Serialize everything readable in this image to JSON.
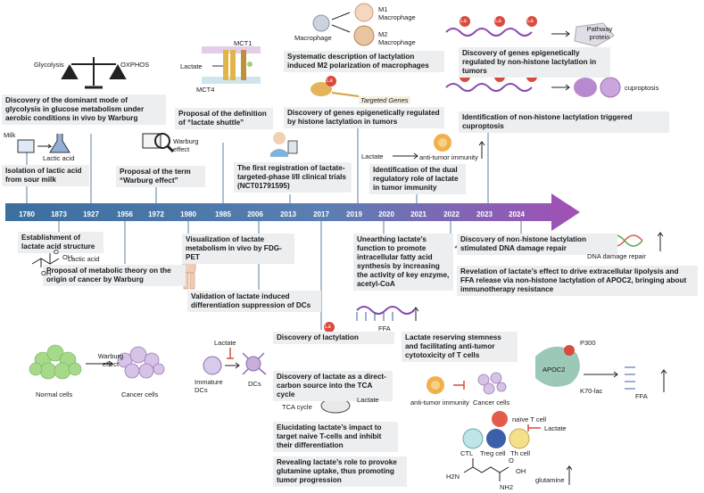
{
  "timeline": {
    "years": [
      "1780",
      "1873",
      "1927",
      "1956",
      "1972",
      "1980",
      "1985",
      "2006",
      "2013",
      "2017",
      "2019",
      "2020",
      "2021",
      "2022",
      "2023",
      "2024"
    ]
  },
  "events": {
    "e_1780": "Isolation of lactic acid from sour milk",
    "e_1873": "Establishment of lactate acid structure",
    "e_1927": "Discovery of the dominant mode of glycolysis in glucose metabolism under aerobic conditions in vivo by Warburg",
    "e_1956": "Proposal of metabolic theory on the origin of cancer by Warburg",
    "e_1972": "Proposal of the term “Warburg effect”",
    "e_1980": "Visualization of lactate metabolism in vivo by FDG-PET",
    "e_1985": "Proposal of the definition of “lactate shuttle”",
    "e_2006": "Validation of lactate induced differentiation suppression of DCs",
    "e_2013": "The first registration of lactate-targeted-phase I/II clinical trials (NCT01791595)",
    "e_2017a": "Discovery of lactylation",
    "e_2017b": "Discovery of lactate as a direct-carbon source into the TCA cycle",
    "e_2017c": "Elucidating lactate’s impact to target naive T-cells and inhibit their differentiation",
    "e_2017d": "Revealing lactate’s role to provoke glutamine uptake, thus promoting tumor progression",
    "e_2019a": "Systematic description of lactylation induced M2 polarization of macrophages",
    "e_2019b": "Discovery of genes epigenetically regulated by histone lactylation in tumors",
    "e_2020": "Unearthing lactate’s function to promote intracellular fatty acid synthesis by increasing the activity of key enzyme, acetyl-CoA",
    "e_2021a": "Identification of the dual regulatory role of lactate in tumor immunity",
    "e_2021b": "Lactate reserving stemness and facilitating anti-tumor cytotoxicity of T cells",
    "e_2023a": "Discovery of genes epigenetically regulated by non-histone lactylation in tumors",
    "e_2023b": "Identification of non-histone lactylation triggered cuproptosis",
    "e_2024a": "Discovery of non-histone lactylation stimulated DNA damage repair",
    "e_2024b": "Revelation of lactate’s effect to drive extracellular lipolysis and FFA release via non-histone lactylation of APOC2, bringing about immunotherapy resistance"
  },
  "labels": {
    "glycolysis": "Glycolysis",
    "oxphos": "OXPHOS",
    "milk": "Milk",
    "lactic_acid": "Lactic acid",
    "lactic_acid2": "Lactic acid",
    "warburg_effect": "Warburg effect",
    "warburg_effect2": "Warburg effect",
    "normal_cells": "Normal cells",
    "cancer_cells": "Cancer cells",
    "mct1": "MCT1",
    "mct4": "MCT4",
    "lactate_shuttle": "Lactate",
    "lactate_dc": "Lactate",
    "immature_dcs": "Immature DCs",
    "dcs": "DCs",
    "macrophage": "Macrophage",
    "m1": "M1 Macrophage",
    "m2": "M2 Macrophage",
    "targeted_genes": "Targeted Genes",
    "lactate_immunity": "Lactate",
    "anti_tumor_immunity": "anti-tumor immunity",
    "anti_tumor_immunity2": "anti-tumor immunity",
    "cancer_cells2": "Cancer cells",
    "pathway_protein": "Pathway protein",
    "cuproptosis": "cuproptosis",
    "ffa": "FFA",
    "ffa2": "FFA",
    "tca_cycle": "TCA cycle",
    "lactate_tca": "Lactate",
    "naive_t": "naïve T cell",
    "lactate_t": "Lactate",
    "ctl": "CTL",
    "treg": "Treg cell",
    "th": "Th cell",
    "glutamine": "glutamine",
    "h2n": "H2N",
    "nh2": "NH2",
    "oh": "OH",
    "oh2": "OH",
    "oh3": "OH",
    "o": "O",
    "o2": "O",
    "dna_repair": "DNA damage repair",
    "p300": "P300",
    "apoc2": "APOC2",
    "k70": "K70-lac",
    "la": "La"
  },
  "colors": {
    "arrow": "#3a6f9e",
    "arrow_tip": "#a24fb6",
    "box_bg": "#eceef0",
    "la_red": "#d94b3d",
    "cell_green": "#a7d98a",
    "cell_purple": "#c7aedb",
    "macrophage_tan": "#e8c4a0"
  },
  "icons": [
    "balance-icon",
    "beaker-icon",
    "magnifier-icon",
    "doctor-icon",
    "microscope-icon",
    "body-icon"
  ]
}
